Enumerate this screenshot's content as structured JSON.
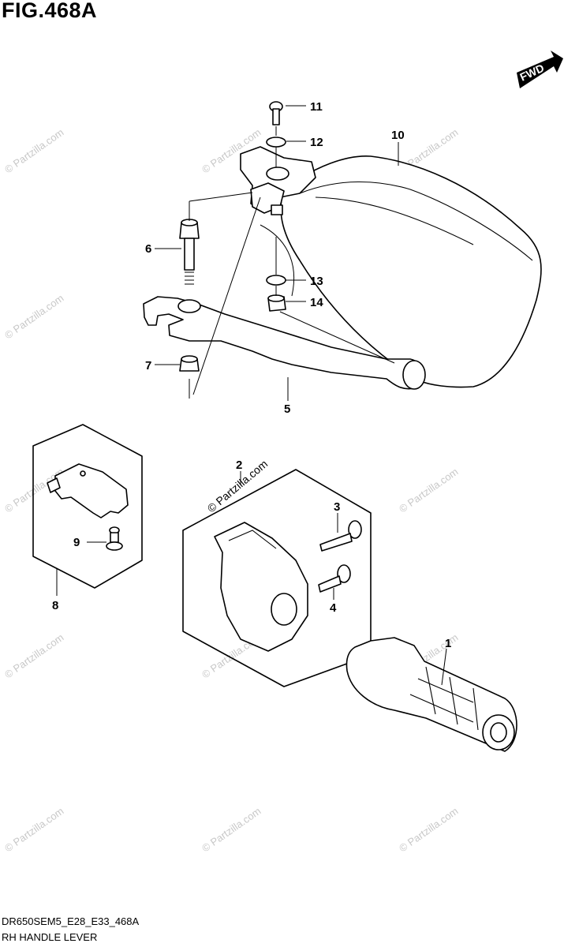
{
  "figure": {
    "title": "FIG.468A",
    "code": "DR650SEM5_E28_E33_468A",
    "name": "RH HANDLE LEVER",
    "direction_label": "FWD"
  },
  "watermark": "© Partzilla.com",
  "callouts": [
    "1",
    "2",
    "3",
    "4",
    "5",
    "6",
    "7",
    "8",
    "9",
    "10",
    "11",
    "12",
    "13",
    "14"
  ]
}
